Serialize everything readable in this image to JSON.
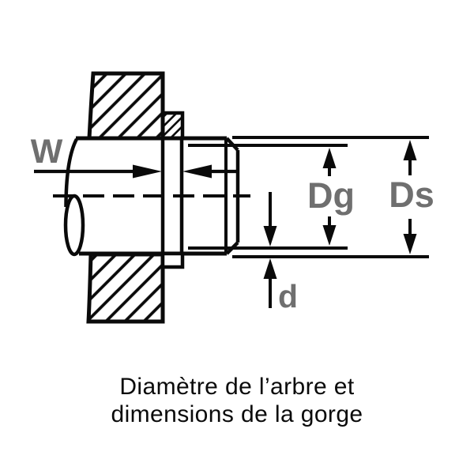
{
  "diagram": {
    "dimension_labels": {
      "groove_width": "W",
      "groove_diameter": "Dg",
      "shaft_diameter": "Ds",
      "groove_depth": "d"
    },
    "caption": {
      "line1": "Diamètre de l’arbre et",
      "line2": "dimensions de la gorge"
    },
    "colors": {
      "line": "#0a0a0a",
      "label_gray": "#6f6f6f",
      "background": "#ffffff"
    }
  }
}
